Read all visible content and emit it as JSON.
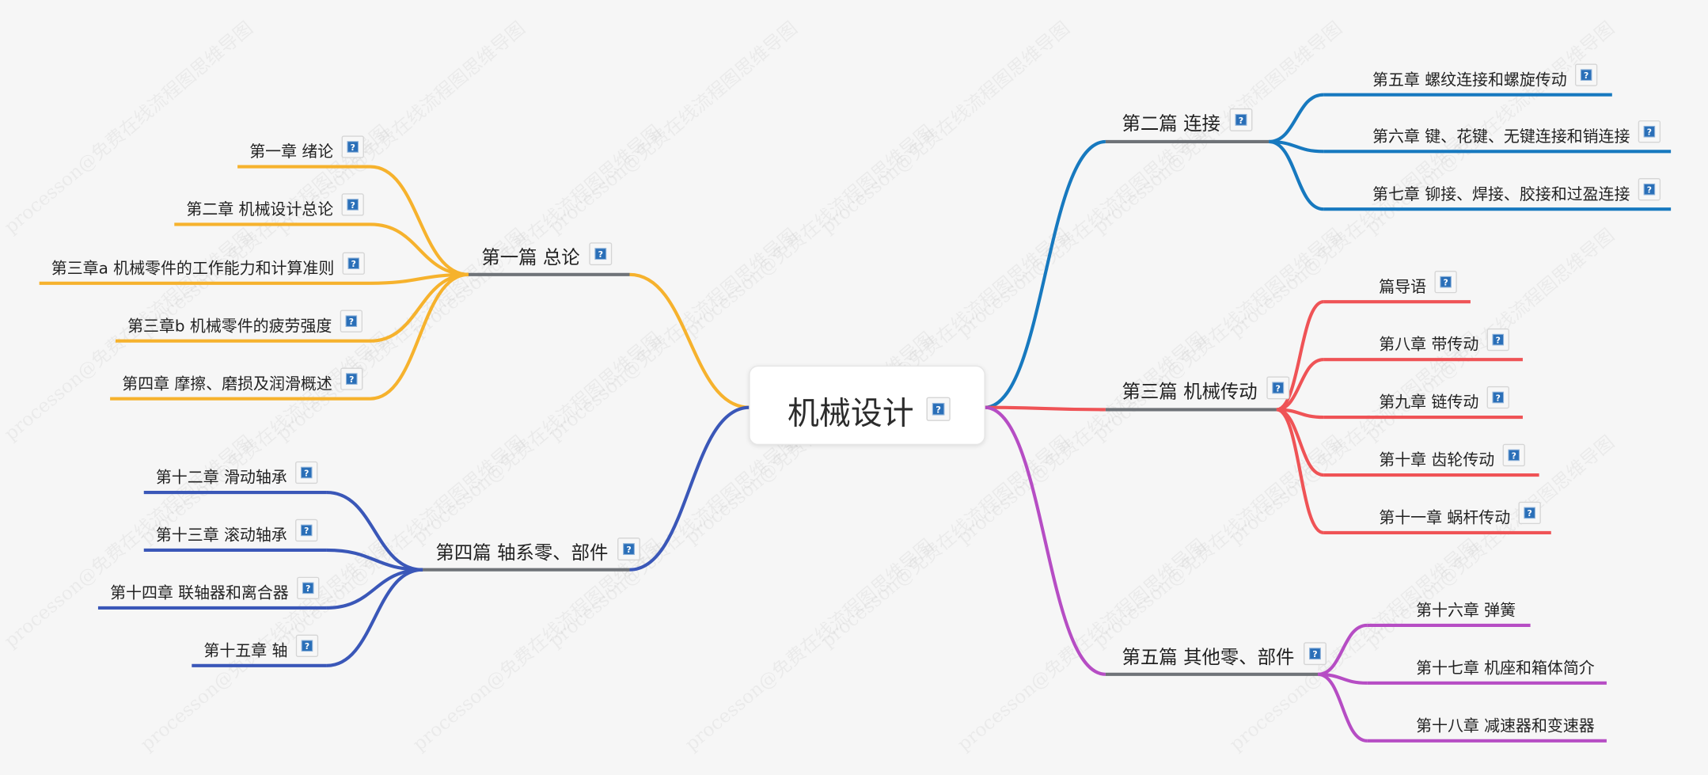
{
  "watermark": "processon@免费在线流程图思维导图",
  "center": {
    "label": "机械设计",
    "icon": "help-icon"
  },
  "colors": {
    "yellow": "#f6b22d",
    "blue_dark": "#3a57b8",
    "blue": "#1779bf",
    "red": "#ef5356",
    "purple": "#b64dc4",
    "stem": "#6f7378"
  },
  "sections": [
    {
      "label": "第一篇 总论",
      "color": "#f6b22d",
      "children": [
        {
          "label": "第一章 绪论"
        },
        {
          "label": "第二章 机械设计总论"
        },
        {
          "label": "第三章a 机械零件的工作能力和计算准则"
        },
        {
          "label": "第三章b 机械零件的疲劳强度"
        },
        {
          "label": "第四章 摩擦、磨损及润滑概述"
        }
      ]
    },
    {
      "label": "第四篇 轴系零、部件",
      "color": "#3a57b8",
      "children": [
        {
          "label": "第十二章 滑动轴承"
        },
        {
          "label": "第十三章 滚动轴承"
        },
        {
          "label": "第十四章 联轴器和离合器"
        },
        {
          "label": "第十五章 轴"
        }
      ]
    },
    {
      "label": "第二篇 连接",
      "color": "#1779bf",
      "children": [
        {
          "label": "第五章 螺纹连接和螺旋传动"
        },
        {
          "label": "第六章 键、花键、无键连接和销连接"
        },
        {
          "label": "第七章 铆接、焊接、胶接和过盈连接"
        }
      ]
    },
    {
      "label": "第三篇 机械传动",
      "color": "#ef5356",
      "children": [
        {
          "label": "篇导语"
        },
        {
          "label": "第八章 带传动"
        },
        {
          "label": "第九章 链传动"
        },
        {
          "label": "第十章 齿轮传动"
        },
        {
          "label": "第十一章 蜗杆传动"
        }
      ]
    },
    {
      "label": "第五篇 其他零、部件",
      "color": "#b64dc4",
      "children": [
        {
          "label": "第十六章 弹簧"
        },
        {
          "label": "第十七章 机座和箱体简介"
        },
        {
          "label": "第十八章 减速器和变速器"
        }
      ]
    }
  ]
}
